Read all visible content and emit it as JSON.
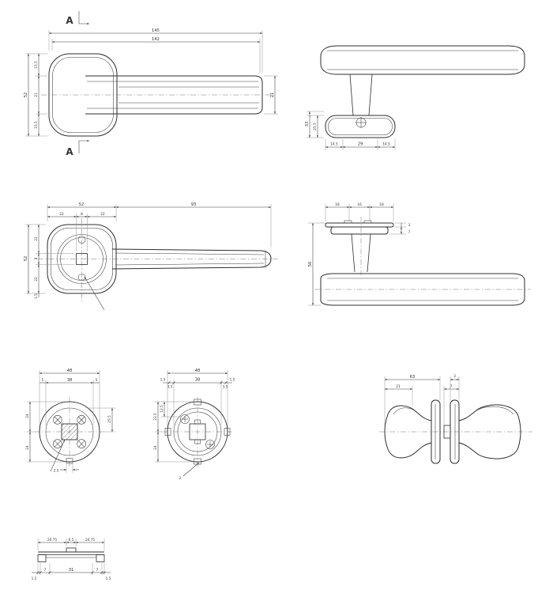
{
  "colors": {
    "line": "#2d2d2d",
    "dimension": "#3a3a3a",
    "background": "#ffffff"
  },
  "section_marker": "A",
  "views": {
    "plan": {
      "dims": {
        "len_outer": "145",
        "len_inner": "142",
        "height": "52",
        "h_top": "15.5",
        "h_mid": "21",
        "h_bot": "15.5",
        "bar_h": "21"
      }
    },
    "front": {
      "dims": {
        "v1": "33",
        "v2": "25.5",
        "b1": "14.5",
        "b2": "29",
        "b3": "14.5"
      }
    },
    "rose_front": {
      "dims": {
        "w": "52",
        "w1": "22",
        "w2": "8",
        "w3": "22",
        "lever_len": "93",
        "h": "52",
        "h1": "22",
        "h2": "8",
        "h3": "22",
        "notch": "1.5"
      }
    },
    "side": {
      "dims": {
        "t1": "18",
        "t2": "16",
        "t3": "18",
        "r1": "3",
        "r2": "7",
        "h": "56"
      }
    },
    "rose_a": {
      "dims": {
        "d": "48",
        "s1": "5",
        "s2": "38",
        "s3": "5",
        "l1": "24",
        "l2": "24",
        "r1": "25.5",
        "b1": "2.5"
      }
    },
    "rose_b": {
      "dims": {
        "d": "48",
        "s1": "1.5",
        "s2": "3.5",
        "s3": "38",
        "s4": "3.5",
        "s5": "1.5",
        "l1": "12.5",
        "l2": "23.5",
        "l3": "24",
        "b1": "2"
      }
    },
    "knobs": {
      "dims": {
        "len": "63",
        "t": "3",
        "k": "21",
        "p": "7"
      }
    },
    "plate_section": {
      "dims": {
        "t1": "20.75",
        "t2": "6.5",
        "t3": "20.75",
        "b1": "1.5",
        "b2": "7",
        "b3": "31",
        "b4": "7",
        "b5": "1.5"
      }
    }
  }
}
